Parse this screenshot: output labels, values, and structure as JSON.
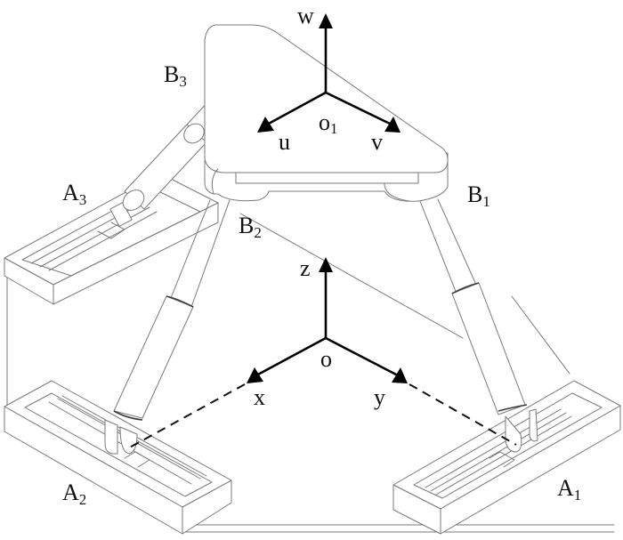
{
  "figure": {
    "description": "3-RPS parallel mechanism with sliding bases",
    "moving_frame": {
      "origin": "o",
      "origin_sub": "1",
      "axes": [
        "u",
        "v",
        "w"
      ]
    },
    "base_frame": {
      "origin": "o",
      "axes": [
        "x",
        "y",
        "z"
      ]
    },
    "joints_upper": [
      {
        "letter": "B",
        "sub": "1"
      },
      {
        "letter": "B",
        "sub": "2"
      },
      {
        "letter": "B",
        "sub": "3"
      }
    ],
    "joints_lower": [
      {
        "letter": "A",
        "sub": "1"
      },
      {
        "letter": "A",
        "sub": "2"
      },
      {
        "letter": "A",
        "sub": "3"
      }
    ]
  }
}
